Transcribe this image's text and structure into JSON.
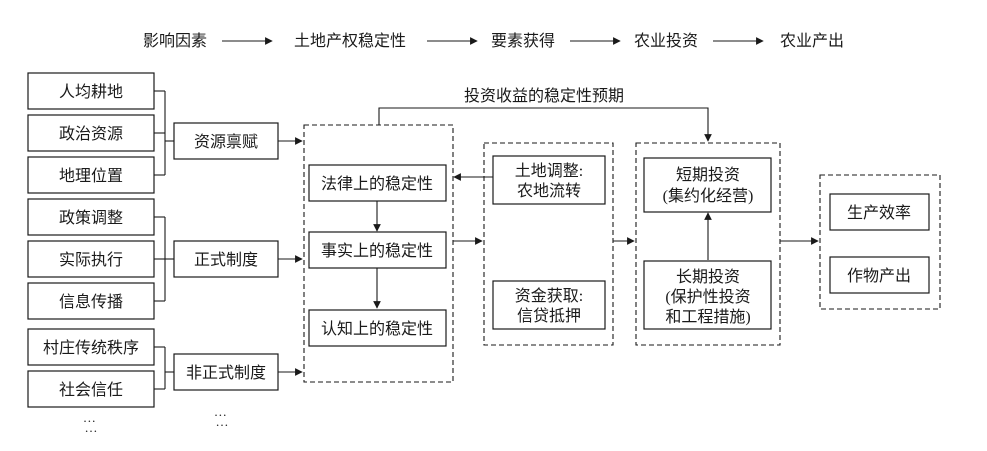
{
  "chain": [
    "影响因素",
    "土地产权稳定性",
    "要素获得",
    "农业投资",
    "农业产出"
  ],
  "factors": {
    "group1": [
      "人均耕地",
      "政治资源",
      "地理位置"
    ],
    "group2": [
      "政策调整",
      "实际执行",
      "信息传播"
    ],
    "group3": [
      "村庄传统秩序",
      "社会信任"
    ],
    "ellipsis": "…\n…"
  },
  "mid": {
    "labels": [
      "资源禀赋",
      "正式制度",
      "非正式制度"
    ],
    "ellipsis": "…\n…"
  },
  "stability": [
    "法律上的稳定性",
    "事实上的稳定性",
    "认知上的稳定性"
  ],
  "expectation_label": "投资收益的稳定性预期",
  "elements": [
    [
      "土地调整:",
      "农地流转"
    ],
    [
      "资金获取:",
      "信贷抵押"
    ]
  ],
  "investment": {
    "short": [
      "短期投资",
      "(集约化经营)"
    ],
    "long": [
      "长期投资",
      "(保护性投资",
      "和工程措施)"
    ]
  },
  "output": [
    "生产效率",
    "作物产出"
  ]
}
